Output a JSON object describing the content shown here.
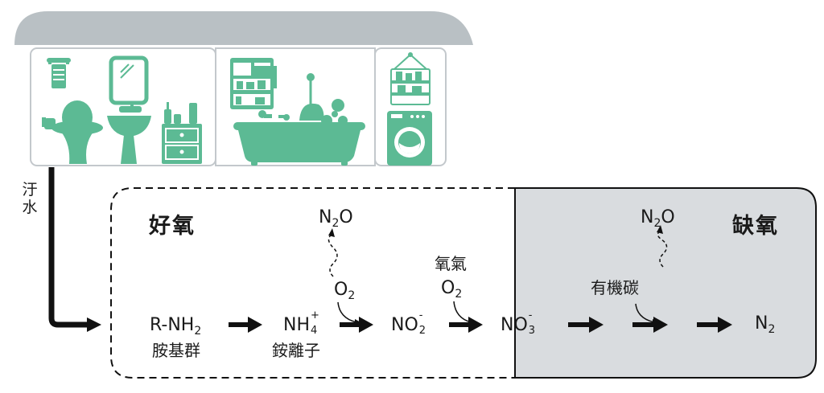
{
  "colors": {
    "roof": "#b9c0c4",
    "fixture_green": "#5cba94",
    "panel_border": "#c3c8cc",
    "anoxic_fill": "#d9dcdf",
    "arrow": "#111111",
    "text": "#1a1a1a"
  },
  "house": {
    "rooms": [
      {
        "name": "toilet-and-sink",
        "icons": [
          "towel-rack-icon",
          "mirror-icon",
          "toilet-icon",
          "pedestal-sink-icon",
          "toilet-paper-icon",
          "vanity-cabinet-icon",
          "toiletries-icon"
        ]
      },
      {
        "name": "bathtub",
        "icons": [
          "shelf-icon",
          "bathtub-icon",
          "shower-head-icon"
        ]
      },
      {
        "name": "laundry",
        "icons": [
          "hanging-organizer-icon",
          "washing-machine-icon"
        ]
      }
    ]
  },
  "wastewater_label": "汙水",
  "zones": {
    "aerobic": "好氧",
    "anoxic": "缺氧"
  },
  "chain": {
    "rnh2": {
      "main": "R-NH",
      "sub": "2",
      "caption": "胺基群"
    },
    "nh4": {
      "main": "NH",
      "sup": "+",
      "sub": "4",
      "caption": "銨離子"
    },
    "o2_first": {
      "main": "O",
      "sub": "2"
    },
    "n2o_first": {
      "main1": "N",
      "sub": "2",
      "main2": "O"
    },
    "no2": {
      "main": "NO",
      "sup": "-",
      "sub": "2"
    },
    "oxygen": {
      "word": "氧氣",
      "main": "O",
      "sub": "2"
    },
    "no3": {
      "main": "NO",
      "sup": "-",
      "sub": "3"
    },
    "organic_carbon": "有機碳",
    "n2o_second": {
      "main1": "N",
      "sub": "2",
      "main2": "O"
    },
    "n2": {
      "main": "N",
      "sub": "2"
    }
  }
}
